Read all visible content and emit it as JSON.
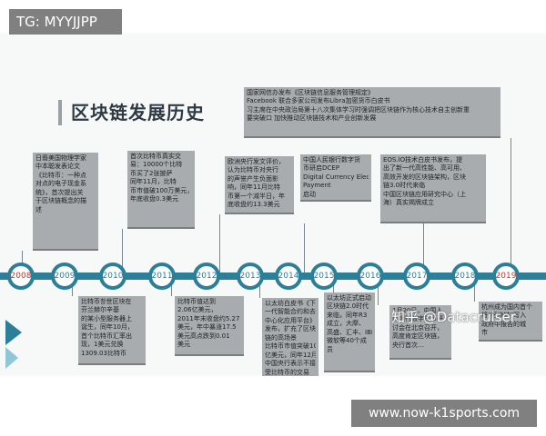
{
  "watermarks": {
    "top": "TG: MYYJJPP",
    "bottom": "www.now-k1sports.com",
    "zhihu": "知乎 @Datacruiser"
  },
  "title": "区块链发展历史",
  "timeline": [
    {
      "year": "2008",
      "color": "#c0392b"
    },
    {
      "year": "2009",
      "color": "#2b7f99"
    },
    {
      "year": "2010",
      "color": "#2b7f99"
    },
    {
      "year": "2011",
      "color": "#2b7f99"
    },
    {
      "year": "2012",
      "color": "#2b7f99"
    },
    {
      "year": "2013",
      "color": "#2b7f99"
    },
    {
      "year": "2014",
      "color": "#2b7f99"
    },
    {
      "year": "2015",
      "color": "#2b7f99"
    },
    {
      "year": "2016",
      "color": "#2b7f99"
    },
    {
      "year": "2017",
      "color": "#2b7f99"
    },
    {
      "year": "2018",
      "color": "#2b7f99"
    },
    {
      "year": "2019",
      "color": "#c0392b"
    }
  ],
  "events": {
    "e2008": [
      "日裔美国物理学家",
      "中本聪发表论文",
      "《比特币：一种点",
      "对点的电子现金系",
      "统》，首次提出关",
      "于区块链概念的描",
      "述"
    ],
    "e2009": [
      "比特币창世区块在",
      "芬兰赫尔辛基",
      "的某小型服务器上",
      "诞生，同年10月，",
      "首个比特币汇率出",
      "现，1美元兑换",
      "1309.03比特币"
    ],
    "e2010": [
      "首次比特币真实交",
      "易：10000个比特",
      "币买了2张披萨",
      "同年11月，比特",
      "币市值破100万美元，",
      "年底收盘0.3美元"
    ],
    "e2011": [
      "比特币值达到",
      "2.06亿美元，",
      "2011年末收盘约5.27",
      "美元，年中暴涨17.5",
      "美元高点跌到0.01",
      "美元"
    ],
    "e2012": [
      "欧洲央行发文评价，",
      "认为比特币对央行",
      "的声誉产生负面影",
      "响，同年11月比特",
      "币第一个减半日，年",
      "底收盘约13.3美元"
    ],
    "e2013": [
      "以太坊白皮书《下",
      "一代智能合约和去",
      "中心化应用平台》",
      "发布，扩充了区块",
      "链的高场景",
      "比特币市值突破10",
      "亿美元，同年12月",
      "中国央行表示不接",
      "受比特币的交易"
    ],
    "e2014": [
      "中国人民银行数字货",
      "币研启DCEP",
      "Digital Currency Electronic",
      "Payment",
      "启动"
    ],
    "e2015": [
      "以太坊正式启动，",
      "区块链2.0时代",
      "来临，同年R3",
      "成立，大摩、",
      "高盛、汇丰、IBM",
      "微软等40个成",
      "员"
    ],
    "e2016": [
      "1月20日，中国人",
      "民银行数字货币研",
      "讨会在北京召开，",
      "高度肯定区块链，",
      "央行首次…"
    ],
    "e2017": [
      "EOS.IO技术白皮书发布，提",
      "出了新一代高性能、高可用、",
      "高效开发的区块链架构，区块",
      "链3.0时代来临",
      "中国区块链应用研究中心（上",
      "海）真实揭牌成立"
    ],
    "e2018": [
      "杭州成为国内首个",
      "将“区块链”写入",
      "政府中报告的城",
      "市"
    ],
    "e2019": [
      "国家网信办发布《区块链信息服务管理规定》",
      "Facebook 联合多家公司发布Libra加密货币白皮书",
      "习主席在中央政治局第十八次集体学习时强调把区块链作为核心技术自主创新重",
      "要突破口 加快推动区块链技术和产业创新发展"
    ]
  }
}
